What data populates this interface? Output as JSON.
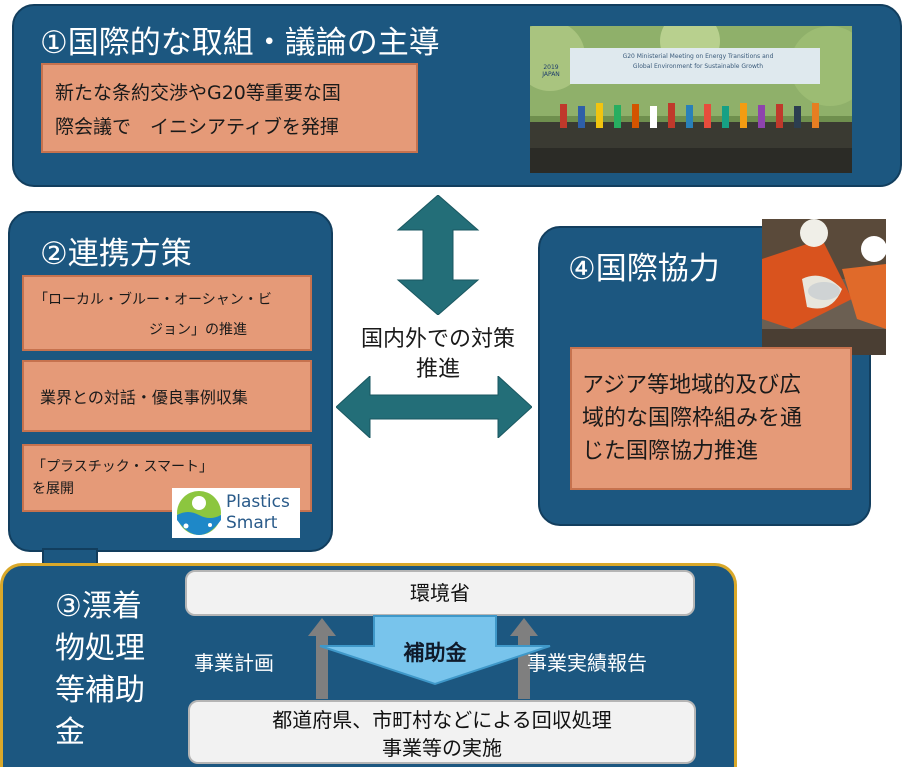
{
  "panel1": {
    "title": "①国際的な取組・議論の主導",
    "box_line1": "新たな条約交渉やG20等重要な国",
    "box_line2": "際会議で　イニシアティブを発揮",
    "photo_banner_line1": "G20 Ministerial Meeting on Energy Transitions and",
    "photo_banner_line2": "Global Environment for Sustainable Growth",
    "photo_logo": "2019 JAPAN"
  },
  "panel2": {
    "title": "②連携方策",
    "box1_line1": "「ローカル・ブルー・オーシャン・ビ",
    "box1_line2": "ジョン」の推進",
    "box2": "業界との対話・優良事例収集",
    "box3_line1": "「プラスチック・スマート」",
    "box3_line2": "を展開",
    "logo_line1": "Plastics",
    "logo_line2": "Smart"
  },
  "center": {
    "line1": "国内外での対策",
    "line2": "推進"
  },
  "panel4": {
    "title": "④国際協力",
    "box_line1": "アジア等地域的及び広",
    "box_line2": "域的な国際枠組みを通",
    "box_line3": "じた国際協力推進"
  },
  "panel3": {
    "title_line1": "③漂着",
    "title_line2": "物処理",
    "title_line3": "等補助",
    "title_line4": "金",
    "ministry": "環境省",
    "subsidy": "補助金",
    "left_label": "事業計画",
    "right_label": "事業実績報告",
    "bottom_line1": "都道府県、市町村などによる回収処理",
    "bottom_line2": "事業等の実施"
  },
  "colors": {
    "panel_fill": "#1c5780",
    "box_fill": "#e59a78",
    "arrow_teal": "#236e78",
    "subsidy_arrow": "#78c4ec",
    "panel3_border": "#d9a82a"
  }
}
